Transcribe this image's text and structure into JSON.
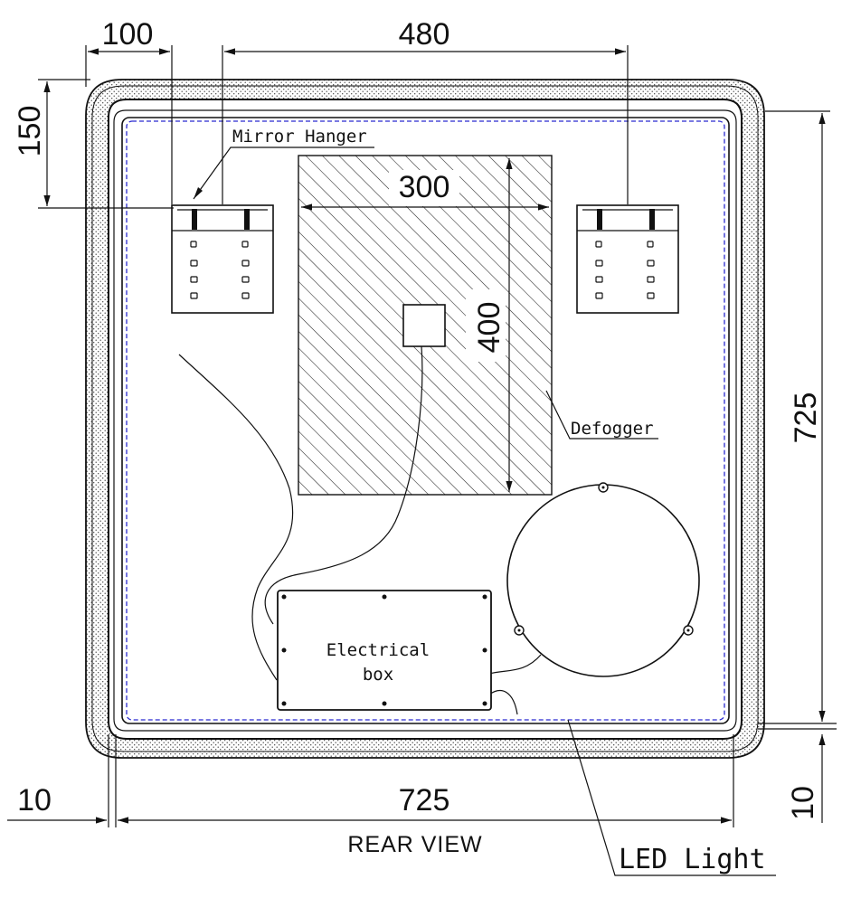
{
  "dimensions": {
    "hanger_offset": "100",
    "hanger_spacing": "480",
    "hanger_height": "150",
    "defogger_width": "300",
    "defogger_height": "400",
    "overall_height": "725",
    "overall_width": "725",
    "edge_left": "10",
    "edge_bottom": "10"
  },
  "labels": {
    "mirror_hanger": "Mirror Hanger",
    "defogger": "Defogger",
    "electrical_box_line1": "Electrical",
    "electrical_box_line2": "box",
    "led_light": "LED Light",
    "view_caption": "REAR VIEW"
  },
  "colors": {
    "line": "#111111",
    "led_strip": "#2a2ad0",
    "background": "#ffffff"
  }
}
